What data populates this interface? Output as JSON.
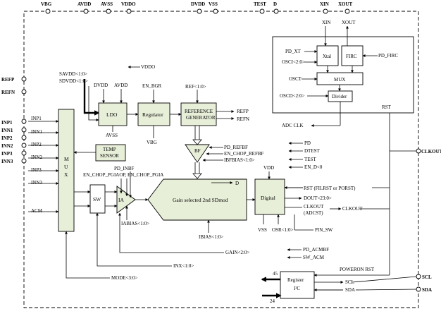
{
  "pins": {
    "top": [
      "VBG",
      "AVDD",
      "AVSS",
      "VDDO",
      "DVDD",
      "VSS",
      "TEST",
      "D",
      "XIN",
      "XOUT"
    ],
    "left": [
      "REFP",
      "REFN",
      "INP1",
      "INN1",
      "INP2",
      "INN2",
      "INP3",
      "INN3"
    ],
    "right": [
      "CLKOUT",
      "SCL",
      "SDA"
    ]
  },
  "inputs": [
    "INP1",
    "INN1",
    "INP2",
    "INN2",
    "INP3",
    "INN3",
    "ACM"
  ],
  "osc": {
    "xin": "XIN",
    "xout": "XOUT",
    "xtal": "Xtal",
    "firc": "FIRC",
    "pd_xt": "PD_XT",
    "osci": "OSCI<2:0>",
    "pd_firc": "PD_FIRC",
    "mux": "MUX",
    "osct": "OSCT",
    "divider": "Divider",
    "oscd": "OSCD<2:0>",
    "rst": "RST",
    "adc_clk": "ADC CLK"
  },
  "power": {
    "savdd": "SAVDD<1:0>",
    "sdvdd": "SDVDD<1:0>",
    "dvdd": "DVDD",
    "avdd": "AVDD",
    "avss": "AVSS",
    "vddo": "VDDO",
    "vbg": "VBG",
    "vdd": "VDD",
    "vss": "VSS"
  },
  "blocks": {
    "mux": [
      "M",
      "U",
      "X"
    ],
    "ldo": "LDO",
    "regulator": "Regulator",
    "refgen": [
      "REFERENCE",
      "GENERATOR"
    ],
    "temp": [
      "TEMP",
      "SENSOR"
    ],
    "bf": "BF",
    "sw": "SW",
    "ia": "IA",
    "sdmod": "Gain selected 2nd SDmod",
    "digital": "Digital",
    "register": "Register",
    "i2c": "I²C"
  },
  "ctrl": {
    "en_bgr": "EN_BGR",
    "ref": "REF<1:0>",
    "refp": "REFP",
    "refn": "REFN",
    "pd_refbf": "PD_REFBF",
    "en_chop_refbf": "EN_CHOP_REFBF",
    "ibfbias": "IBFBIAS<1:0>",
    "pd_inbf": "PD_INBF",
    "en_chop_pgiaop": "EN_CHOP_PGIAOP, EN_CHOP_PGIA",
    "cut_pgiaop": "",
    "iabias": "IABIAS<1:0>",
    "ibias": "IBIAS<1:0>",
    "d": "D",
    "osr": "OSR<1:0>",
    "rst_fil": "RST (FILRST or PORST)",
    "dout": "DOUT<23:0>",
    "clkout_int": "CLKOUT",
    "adcst": "(ADCST)",
    "clkout_ext": "CLKOUT",
    "pin_sw": "PIN_SW",
    "pd": "PD",
    "dtest": "DTEST",
    "test": "TEST",
    "en_d": "EN_D<0",
    "gain": "GAIN<2:0>",
    "inx": "INX<1:0>",
    "mode": "MODE<3:0>",
    "pd_acmbf": "PD_ACMBF",
    "sw_acm": "SW_ACM",
    "poweron_rst": "POWERON RST",
    "scl": "SCL",
    "sda": "SDA",
    "bus_out": "45",
    "bus_in": "24"
  }
}
